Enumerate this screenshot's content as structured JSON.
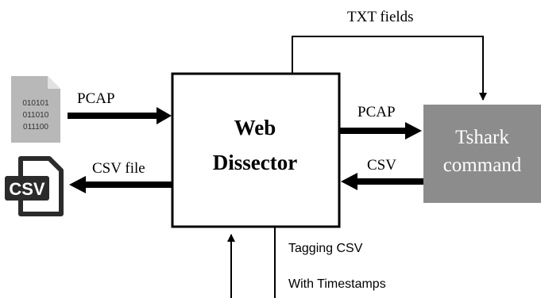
{
  "diagram": {
    "main_block": {
      "line1": "Web",
      "line2": "Dissector"
    },
    "tshark_block": {
      "line1": "Tshark",
      "line2": "command"
    },
    "labels": {
      "txt_fields": "TXT fields",
      "pcap_in": "PCAP",
      "pcap_out": "PCAP",
      "csv_return": "CSV",
      "csv_file": "CSV file",
      "tagging_csv": "Tagging CSV",
      "with_timestamps": "With Timestamps"
    },
    "file_icon": {
      "lines": [
        "010101",
        "011010",
        "011100"
      ]
    },
    "csv_icon": {
      "text": "CSV"
    },
    "colors": {
      "tshark_fill": "#8c8c8c",
      "stroke": "#000000",
      "file_icon_fill": "#b5b5b5"
    }
  }
}
